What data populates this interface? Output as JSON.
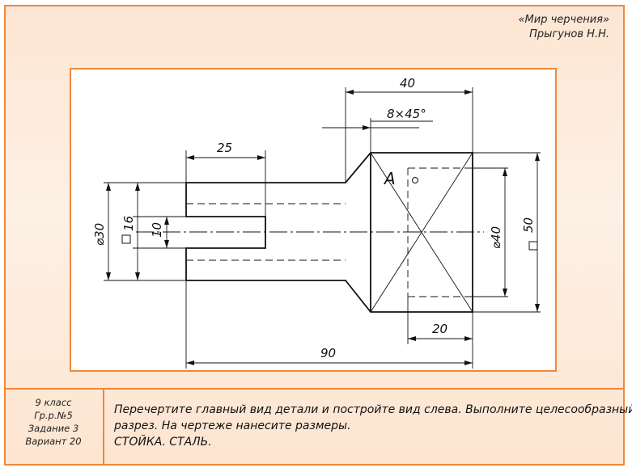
{
  "author": {
    "line1": "«Мир черчения»",
    "line2": "Прыгунов Н.Н."
  },
  "drawing": {
    "dims": {
      "d40_top": "40",
      "chamfer": "8×45°",
      "d25": "25",
      "d30": "⌀30",
      "d16": "16",
      "d10": "10",
      "d40_dia": "⌀40",
      "d50": "50",
      "d20": "20",
      "d90": "90"
    },
    "marker_a": "A"
  },
  "info": {
    "grade": "9 класс",
    "group": "Гр.р.№5",
    "task": "Задание 3",
    "variant": "Вариант 20"
  },
  "task_text": {
    "line1": " Перечертите главный вид детали и постройте вид слева. Выполните целесообразный",
    "line2": "разрез. На чертеже нанесите размеры.",
    "line3": "СТОЙКА. СТАЛЬ."
  },
  "colors": {
    "frame": "#f0883a",
    "background": "#fde6d3"
  }
}
